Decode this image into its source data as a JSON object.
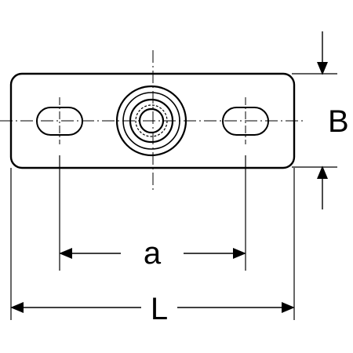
{
  "drawing": {
    "stroke_color": "#000000",
    "background_color": "#ffffff",
    "labels": {
      "width_dimension": "B",
      "hole_spacing_dimension": "a",
      "length_dimension": "L"
    }
  }
}
